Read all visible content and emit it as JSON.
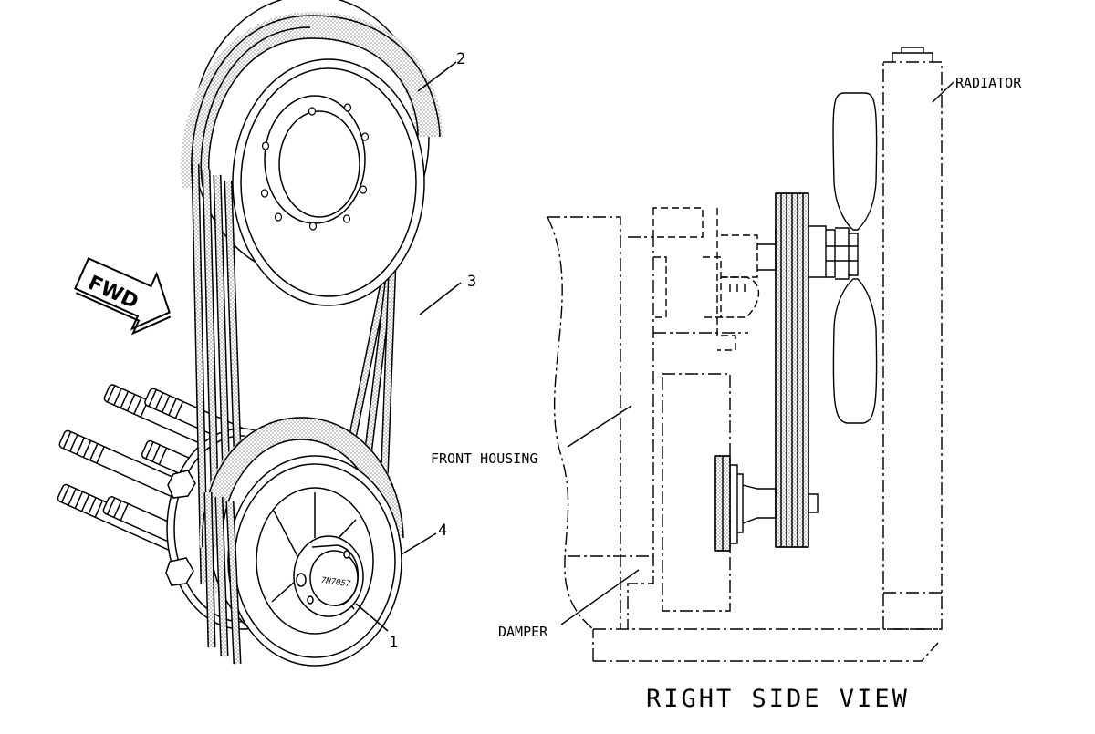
{
  "diagram": {
    "fwd_label": "FWD",
    "part_marking": "7N7057",
    "callouts": [
      {
        "id": "1",
        "text": "1"
      },
      {
        "id": "2",
        "text": "2"
      },
      {
        "id": "3",
        "text": "3"
      },
      {
        "id": "4",
        "text": "4"
      }
    ],
    "labels": {
      "radiator": "RADIATOR",
      "front_housing": "FRONT HOUSING",
      "damper": "DAMPER"
    },
    "view_title": "RIGHT SIDE VIEW"
  }
}
